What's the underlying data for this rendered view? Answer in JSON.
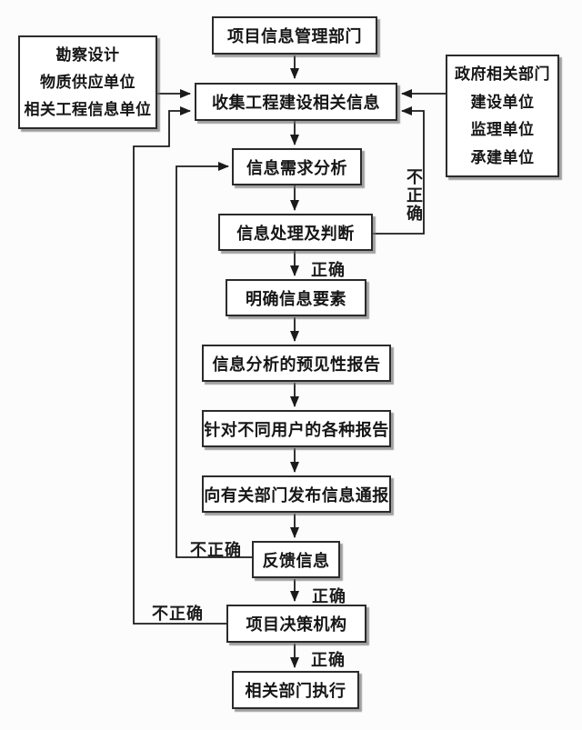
{
  "nodes": {
    "top_dept": {
      "label": "项目信息管理部门"
    },
    "left_sources": {
      "lines": [
        "勘察设计",
        "物质供应单位",
        "相关工程信息单位"
      ]
    },
    "right_sources": {
      "lines": [
        "政府相关部门",
        "建设单位",
        "监理单位",
        "承建单位"
      ]
    },
    "collect": {
      "label": "收集工程建设相关信息"
    },
    "demand_analysis": {
      "label": "信息需求分析"
    },
    "process_judge": {
      "label": "信息处理及判断"
    },
    "clarify_elements": {
      "label": "明确信息要素"
    },
    "foresight_report": {
      "label": "信息分析的预见性报告"
    },
    "user_reports": {
      "label": "针对不同用户的各种报告"
    },
    "notify_depts": {
      "label": "向有关部门发布信息通报"
    },
    "feedback": {
      "label": "反馈信息"
    },
    "decision_org": {
      "label": "项目决策机构"
    },
    "execute": {
      "label": "相关部门执行"
    }
  },
  "edge_labels": {
    "correct_after_judge": "正确",
    "correct_after_feedback": "正确",
    "correct_after_decision": "正确",
    "incorrect_judge": "不正确",
    "incorrect_feedback": "不正确",
    "incorrect_decision": "不正确"
  },
  "edges": [
    {
      "from": "项目信息管理部门",
      "to": "收集工程建设相关信息",
      "label": ""
    },
    {
      "from": "勘察设计/物质供应单位/相关工程信息单位",
      "to": "收集工程建设相关信息",
      "label": ""
    },
    {
      "from": "政府相关部门/建设单位/监理单位/承建单位",
      "to": "收集工程建设相关信息",
      "label": ""
    },
    {
      "from": "收集工程建设相关信息",
      "to": "信息需求分析",
      "label": ""
    },
    {
      "from": "信息需求分析",
      "to": "信息处理及判断",
      "label": ""
    },
    {
      "from": "信息处理及判断",
      "to": "明确信息要素",
      "label": "正确"
    },
    {
      "from": "信息处理及判断",
      "to": "收集工程建设相关信息",
      "label": "不正确"
    },
    {
      "from": "明确信息要素",
      "to": "信息分析的预见性报告",
      "label": ""
    },
    {
      "from": "信息分析的预见性报告",
      "to": "针对不同用户的各种报告",
      "label": ""
    },
    {
      "from": "针对不同用户的各种报告",
      "to": "向有关部门发布信息通报",
      "label": ""
    },
    {
      "from": "向有关部门发布信息通报",
      "to": "反馈信息",
      "label": ""
    },
    {
      "from": "反馈信息",
      "to": "项目决策机构",
      "label": "正确"
    },
    {
      "from": "反馈信息",
      "to": "信息需求分析",
      "label": "不正确"
    },
    {
      "from": "项目决策机构",
      "to": "相关部门执行",
      "label": "正确"
    },
    {
      "from": "项目决策机构",
      "to": "收集工程建设相关信息",
      "label": "不正确"
    }
  ],
  "colors": {
    "line": "#1b1b1b",
    "box_border": "#2b2b2b",
    "box_fill": "#ffffff",
    "shadow": "#6e6e6e",
    "background": "#fcfcfc",
    "text": "#161616"
  }
}
